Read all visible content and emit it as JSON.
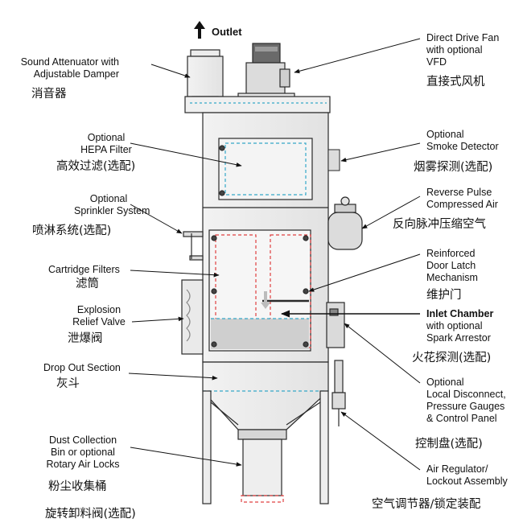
{
  "outlet": "Outlet",
  "labels": {
    "sound_attenuator": {
      "l1": "Sound Attenuator with",
      "l2": "Adjustable Damper",
      "zh": "消音器"
    },
    "direct_drive_fan": {
      "l1": "Direct Drive Fan",
      "l2": "with optional",
      "l3": "VFD",
      "zh": "直接式风机"
    },
    "hepa_filter": {
      "l1": "Optional",
      "l2": "HEPA Filter",
      "zh": "高效过滤(选配)"
    },
    "smoke_detector": {
      "l1": "Optional",
      "l2": "Smoke Detector",
      "zh": "烟雾探测(选配)"
    },
    "sprinkler": {
      "l1": "Optional",
      "l2": "Sprinkler System",
      "zh": "喷淋系统(选配)"
    },
    "reverse_pulse": {
      "l1": "Reverse Pulse",
      "l2": "Compressed Air",
      "zh": "反向脉冲压缩空气"
    },
    "cartridge_filters": {
      "l1": "Cartridge Filters",
      "zh": "滤筒"
    },
    "door_latch": {
      "l1": "Reinforced",
      "l2": "Door Latch",
      "l3": "Mechanism",
      "zh": "维护门"
    },
    "explosion_relief": {
      "l1": "Explosion",
      "l2": "Relief Valve",
      "zh": "泄爆阀"
    },
    "inlet_chamber": {
      "l1": "Inlet Chamber",
      "l2": "with optional",
      "l3": "Spark Arrestor",
      "zh": "火花探测(选配)"
    },
    "drop_out": {
      "l1": "Drop Out Section",
      "zh": "灰斗"
    },
    "control_panel": {
      "l1": "Optional",
      "l2": "Local Disconnect,",
      "l3": "Pressure Gauges",
      "l4": "& Control Panel",
      "zh": "控制盘(选配)"
    },
    "dust_collection": {
      "l1": "Dust Collection",
      "l2": "Bin or optional",
      "l3": "Rotary Air Locks",
      "zh": "粉尘收集桶",
      "zh2": "旋转卸料阀(选配)"
    },
    "air_regulator": {
      "l1": "Air Regulator/",
      "l2": "Lockout Assembly",
      "zh": "空气调节器/锁定装配"
    }
  },
  "colors": {
    "machine_fill": "#e9e9e9",
    "machine_stroke": "#2a2a2a",
    "dash_red": "#e04040",
    "dash_cyan": "#35a8c8",
    "dust": "#cfcfcf"
  }
}
